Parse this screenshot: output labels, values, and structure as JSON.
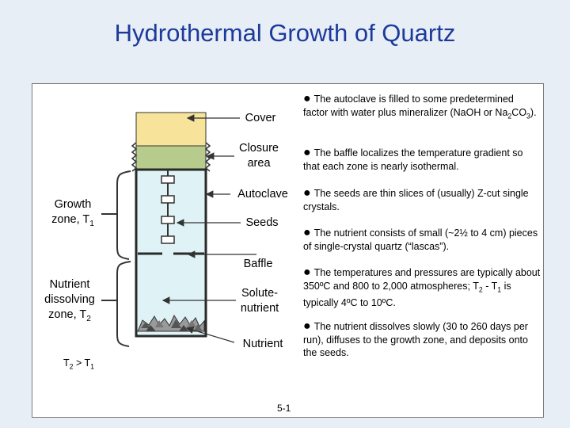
{
  "title": "Hydrothermal Growth of Quartz",
  "labels": {
    "cover": "Cover",
    "closure_1": "Closure",
    "closure_2": "area",
    "autoclave": "Autoclave",
    "seeds": "Seeds",
    "baffle": "Baffle",
    "solute_1": "Solute-",
    "solute_2": "nutrient",
    "nutrient": "Nutrient",
    "growth_zone_1": "Growth",
    "growth_zone_2": "zone, T",
    "growth_zone_sub": "1",
    "dissolving_1": "Nutrient",
    "dissolving_2": "dissolving",
    "dissolving_3": "zone, T",
    "dissolving_sub": "2",
    "temp_relation_a": "T",
    "temp_relation_a_sub": "2",
    "temp_relation_mid": " > T",
    "temp_relation_b_sub": "1"
  },
  "notes": [
    {
      "bullet": "●",
      "a": "The autoclave is filled to some predetermined factor with water plus mineralizer (NaOH or Na",
      "sub1": "2",
      "b": "CO",
      "sub2": "3",
      "c": ")."
    },
    {
      "bullet": "●",
      "text": "The baffle localizes the temperature gradient so that each zone is nearly isothermal."
    },
    {
      "bullet": "●",
      "text": "The seeds are thin slices of (usually) Z-cut single crystals."
    },
    {
      "bullet": "●",
      "text": "The nutrient consists of small (~2½ to 4 cm) pieces of single-crystal quartz (“lascas”)."
    },
    {
      "bullet": "●",
      "a": "The temperatures and pressures are typically about 350ºC and 800 to 2,000 atmospheres; T",
      "sub1": "2",
      "b": " - T",
      "sub2": "1",
      "c": " is typically 4ºC to 10ºC."
    },
    {
      "bullet": "●",
      "text": "The nutrient dissolves slowly (30 to 260 days per run), diffuses to the growth zone, and deposits onto the seeds."
    }
  ],
  "page_number": "5-1",
  "colors": {
    "title": "#1c3a9c",
    "background": "#e8eef5",
    "cover": "#f7e49a",
    "closure": "#b7cc8c",
    "liquid": "#dff3f7",
    "vessel_wall": "#2a2a2a"
  }
}
